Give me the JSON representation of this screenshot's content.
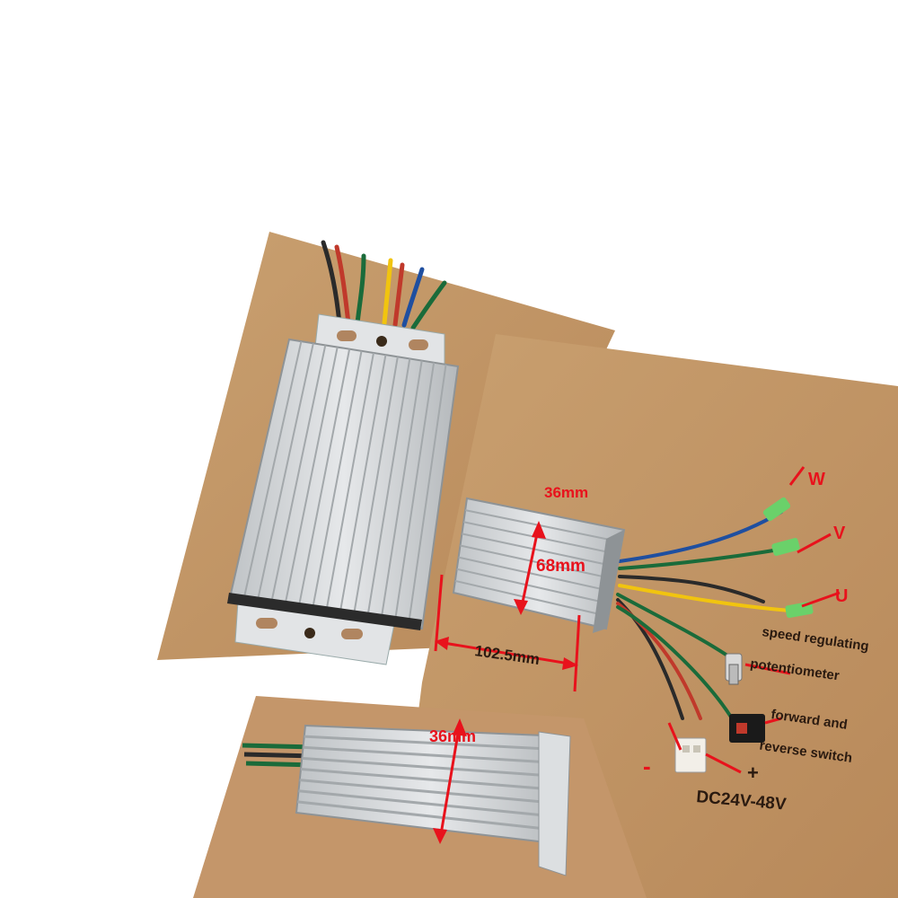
{
  "colors": {
    "background": "#ffffff",
    "cardboard": "#c49a6c",
    "cardboard_dark": "#b88a5c",
    "aluminum": "#d4d7d9",
    "fin_shadow": "#9ea3a6",
    "annotation": "#e8121c",
    "text_dark": "#2a1a10"
  },
  "wire_colors": [
    "#2a2a2a",
    "#c0392b",
    "#1a6b3a",
    "#f1c40f",
    "#1f4fa0",
    "#7a1a1a"
  ],
  "labels": {
    "phase_w": "W",
    "phase_v": "V",
    "phase_u": "U",
    "speed_potentiometer": "speed regulating potentiometer",
    "forward_reverse": "forward and reverse switch",
    "voltage": "DC24V-48V",
    "minus": "-",
    "plus": "+"
  },
  "dimensions": {
    "height_top": "36mm",
    "width": "68mm",
    "length": "102.5mm",
    "height_side": "36mm"
  }
}
